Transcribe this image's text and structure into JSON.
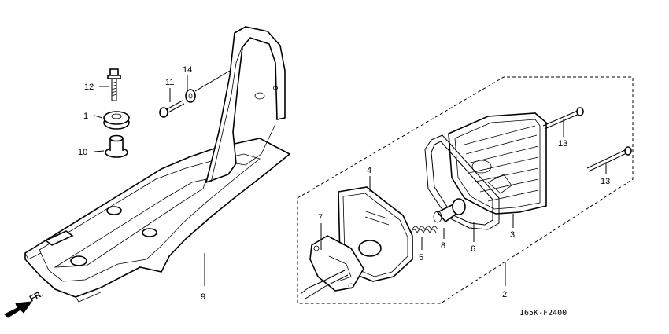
{
  "diagram": {
    "callouts": {
      "c1": "1",
      "c2": "2",
      "c3": "3",
      "c4": "4",
      "c5": "5",
      "c6": "6",
      "c7": "7",
      "c8": "8",
      "c9": "9",
      "c10": "10",
      "c11": "11",
      "c12": "12",
      "c13a": "13",
      "c13b": "13",
      "c14": "14"
    },
    "front_arrow_label": "FR.",
    "drawing_code": "165K-F2400"
  }
}
